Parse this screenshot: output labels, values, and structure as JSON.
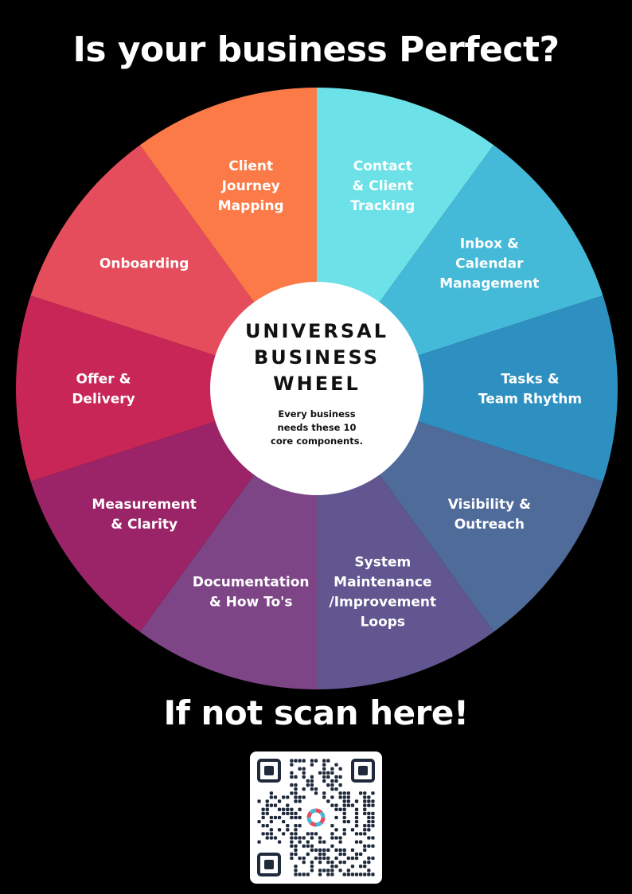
{
  "headline_top": "Is your business Perfect?",
  "headline_bottom": "If not scan here!",
  "wheel": {
    "center_title_lines": [
      "UNIVERSAL",
      "BUSINESS",
      "WHEEL"
    ],
    "center_subtitle_lines": [
      "Every business",
      "needs these 10",
      "core components."
    ],
    "segments": [
      {
        "lines": [
          "Contact",
          "& Client",
          "Tracking"
        ],
        "color": "#6CE1E7"
      },
      {
        "lines": [
          "Inbox &",
          "Calendar",
          "Management"
        ],
        "color": "#45B9D8"
      },
      {
        "lines": [
          "Tasks &",
          "Team Rhythm"
        ],
        "color": "#2E8FC1"
      },
      {
        "lines": [
          "Visibility &",
          "Outreach"
        ],
        "color": "#4F6B9A"
      },
      {
        "lines": [
          "System",
          "Maintenance",
          "/Improvement",
          "Loops"
        ],
        "color": "#625690"
      },
      {
        "lines": [
          "Documentation",
          "& How To's"
        ],
        "color": "#7E4586"
      },
      {
        "lines": [
          "Measurement",
          "& Clarity"
        ],
        "color": "#9A2467"
      },
      {
        "lines": [
          "Offer &",
          "Delivery"
        ],
        "color": "#C72657"
      },
      {
        "lines": [
          "Onboarding"
        ],
        "color": "#E64D5C"
      },
      {
        "lines": [
          "Client",
          "Journey",
          "Mapping"
        ],
        "color": "#FC7A47"
      }
    ]
  },
  "qr": {
    "logo_icon": "wheel-logo-icon"
  }
}
